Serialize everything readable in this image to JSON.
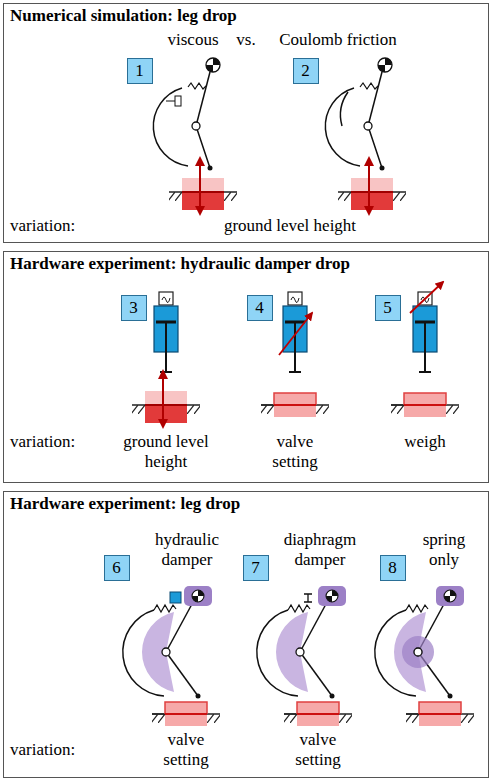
{
  "diagram": {
    "nodes": [
      {
        "text": [
          "Numerical simulation: leg drop"
        ]
      },
      {
        "text": [
          "1"
        ],
        "in": 0
      },
      {
        "text": [
          "2"
        ],
        "in": 0
      },
      {
        "text": [
          "Hardware experiment: hydraulic damper drop"
        ]
      },
      {
        "text": [
          "3"
        ],
        "in": 3
      },
      {
        "text": [
          "4"
        ],
        "in": 3
      },
      {
        "text": [
          "5"
        ],
        "in": 3
      },
      {
        "text": [
          "Hardware experiment: leg drop"
        ]
      },
      {
        "text": [
          "6"
        ],
        "in": 7
      },
      {
        "text": [
          "7"
        ],
        "in": 7
      },
      {
        "text": [
          "8"
        ],
        "in": 7
      }
    ],
    "labels": [
      "viscous",
      "vs.",
      "Coulomb friction",
      "variation:",
      "ground level height",
      "variation:",
      "ground level height",
      "valve setting",
      "weigh",
      "variation:",
      "hydraulic damper",
      "diaphragm damper",
      "spring only",
      "valve setting",
      "valve setting"
    ]
  }
}
